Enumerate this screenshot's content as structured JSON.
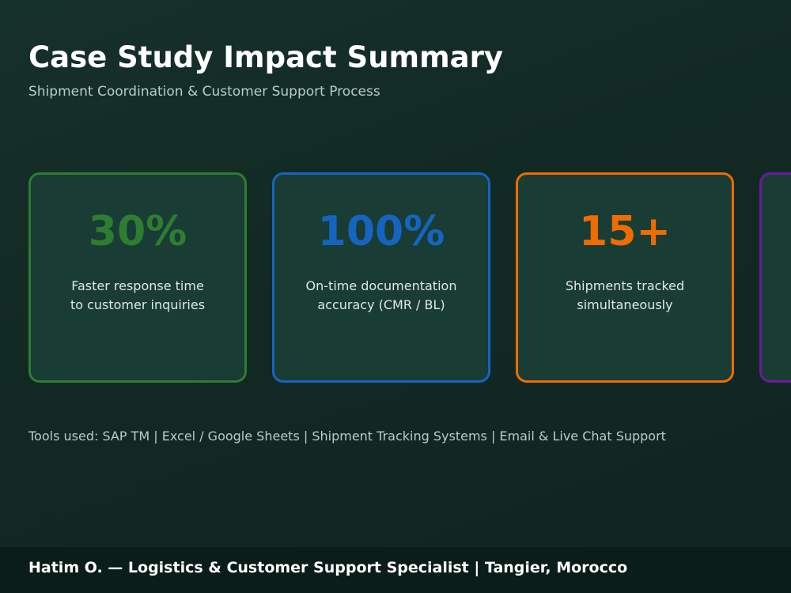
{
  "header": {
    "title": "Case Study Impact Summary",
    "subtitle": "Shipment Coordination & Customer Support Process"
  },
  "cards": [
    {
      "value": "30%",
      "label_lines": [
        "Faster response time",
        "to customer inquiries"
      ],
      "color": "#2e7d32"
    },
    {
      "value": "100%",
      "label_lines": [
        "On-time documentation",
        "accuracy (CMR / BL)"
      ],
      "color": "#1565c0"
    },
    {
      "value": "15+",
      "label_lines": [
        "Shipments tracked",
        "simultaneously"
      ],
      "color": "#ef6c00"
    },
    {
      "value": "",
      "label_lines": [],
      "color": "#6a1b9a"
    }
  ],
  "tools": {
    "text": "Tools used: SAP TM  |  Excel / Google Sheets  |  Shipment Tracking Systems  |  Email & Live Chat Support"
  },
  "footer": {
    "text": "Hatim O. — Logistics & Customer Support Specialist  |  Tangier, Morocco"
  },
  "theme": {
    "background": "#122923",
    "card_fill": "#193c34",
    "footer_bg": "#0b1d19"
  }
}
